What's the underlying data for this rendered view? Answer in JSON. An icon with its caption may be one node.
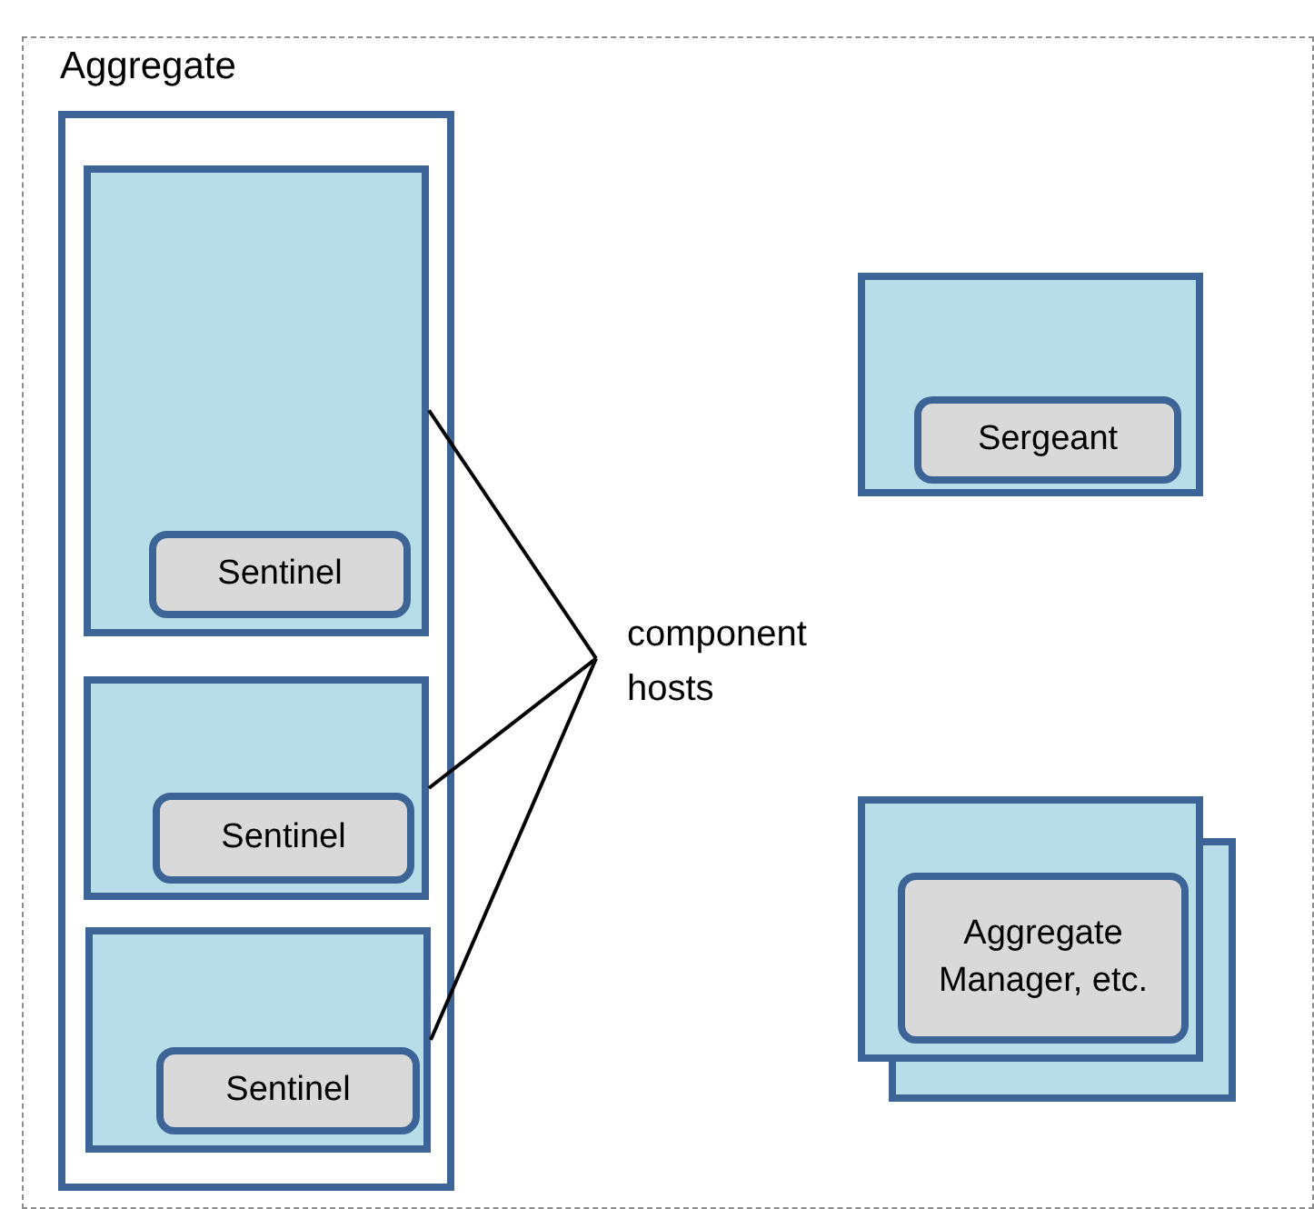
{
  "diagram": {
    "nodes": [
      {
        "text": [
          "Aggregate"
        ]
      },
      {
        "text": [],
        "shape": "box",
        "in": 0
      },
      {
        "text": [],
        "shape": "box",
        "in": 1
      },
      {
        "text": [
          "Sentinel"
        ],
        "in": 2
      },
      {
        "text": [],
        "shape": "box",
        "in": 1
      },
      {
        "text": [
          "Sentinel"
        ],
        "in": 4
      },
      {
        "text": [],
        "shape": "box",
        "in": 1
      },
      {
        "text": [
          "Sentinel"
        ],
        "in": 6
      },
      {
        "text": [
          "component hosts"
        ],
        "in": 0
      },
      {
        "text": [],
        "shape": "box",
        "in": 0
      },
      {
        "text": [
          "Sergeant"
        ],
        "in": 9
      },
      {
        "text": [],
        "shape": "stack",
        "in": 0
      },
      {
        "text": [
          "Aggregate Manager, etc."
        ],
        "in": 11
      }
    ],
    "edges": [
      {
        "from": 8,
        "to": 2,
        "arrow": "none"
      },
      {
        "from": 8,
        "to": 4,
        "arrow": "none"
      },
      {
        "from": 8,
        "to": 6,
        "arrow": "none"
      }
    ]
  }
}
